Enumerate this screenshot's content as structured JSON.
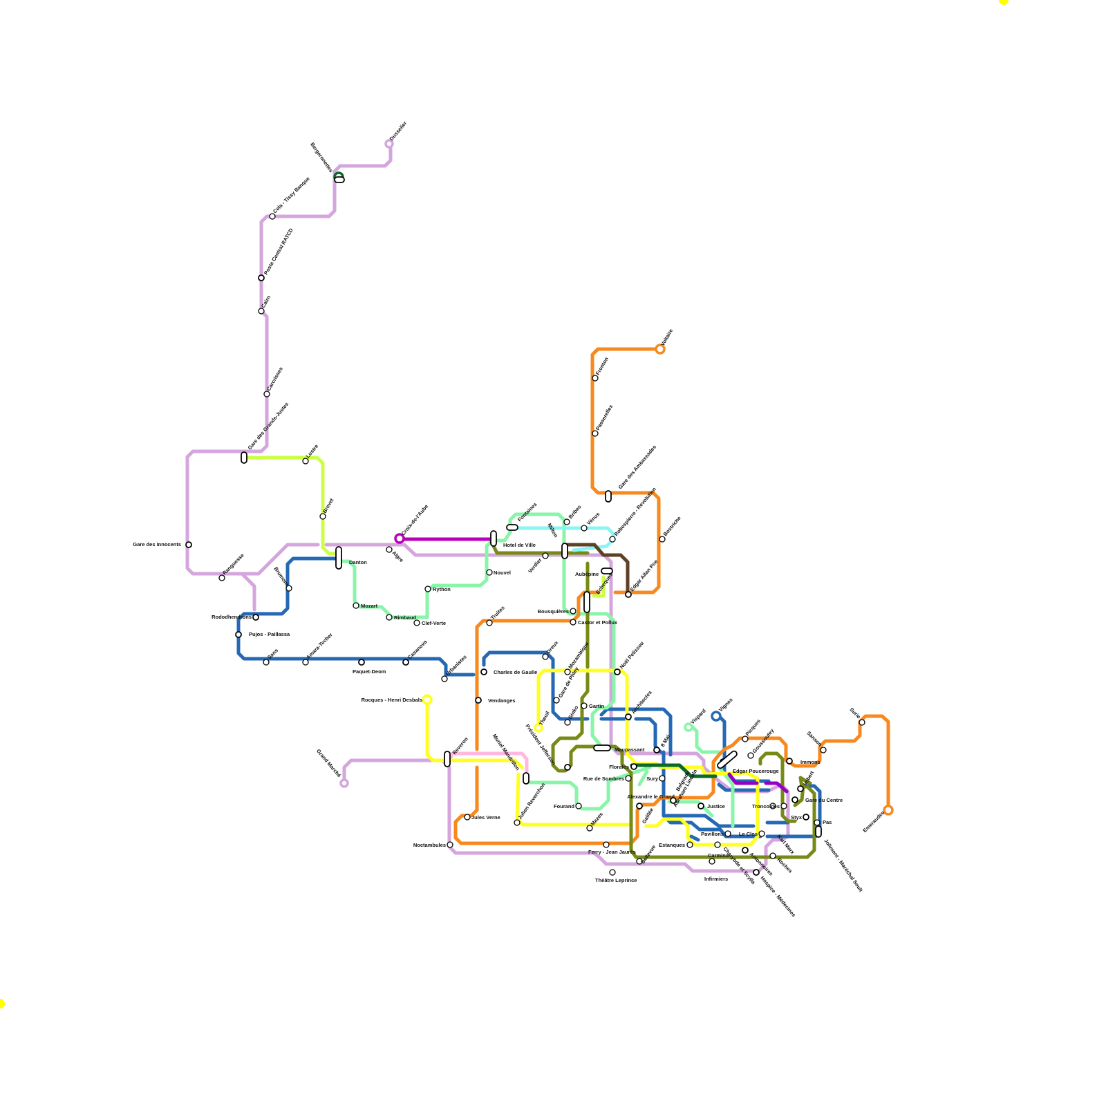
{
  "map_labels": {
    "gare_innocents": "Gare des Innocents",
    "ranguesse": "Ranguesse",
    "gare_grands_justes": "Gare des Grands-Justes",
    "lustre": "Lustre",
    "carcrisses": "Carcrisses",
    "cairn": "Cairn",
    "poste_central": "Poste Central RATCD",
    "cela_tissy": "Cela - Tissy Banque",
    "bergeronettes": "Bergeronettes",
    "dusselier": "Dusselier",
    "brevet": "Brevet",
    "danton": "Danton",
    "algre": "Algre",
    "croix_aube": "Croix-de-l'Aube",
    "brumont": "Brumont",
    "rododhendrons": "Rododhendrons",
    "pujos": "Pujos - Paillassa",
    "sans": "Sans",
    "amara": "Amara-Techer",
    "paquet": "Paquet-Deom",
    "casanova": "Casanova",
    "urbanistes": "Urbanistes",
    "mozart": "Mozart",
    "rimbaud": "Rimbaud",
    "clef_verte": "Clef-Verte",
    "rython": "Rython",
    "nouvel": "Nouvel",
    "hotel_ville": "Hotel de Ville",
    "fontaines": "Fontaines",
    "bribes": "Bribes",
    "venus": "Vénus",
    "robespierre": "Robespierre - Revolution",
    "verdier": "Verdier",
    "milton": "Milton",
    "aubepine": "Aubépine",
    "echeques": "Echeques",
    "edgar_allan_poe": "Edgar Allan Poe",
    "bostriche": "Bostriche",
    "gare_ambassades": "Gare des Ambassades",
    "passerelles": "Passerelles",
    "fronton": "Fronton",
    "voltaire": "Voltaire",
    "bousquieres": "Bousquières",
    "castor": "Castor et Pollux",
    "truites": "Truites",
    "dreux": "Dreux",
    "charles_gaulle": "Charles de Gaulle",
    "mozambique": "Mozambique",
    "gare_phley": "Gare de Phley",
    "noel": "Noël Pelissou",
    "vendanges": "Vendanges",
    "rocques": "Rocques - Henri Desbals",
    "theuil": "Theuil",
    "ginko": "Ginko",
    "gartin": "Gartin",
    "architectes": "Architectes",
    "president_jefferson": "Président Jefferson",
    "maupassant": "Maupassant",
    "mai8": "8 Mai",
    "vignes": "Vignes",
    "vispard": "Vispard",
    "picques": "Picques",
    "goussoutey": "Goussoutey",
    "sanson": "Sanson",
    "surie": "Surie",
    "immons": "Immons",
    "emeraudes": "Emeraudes",
    "grand_marche": "Grand Marché",
    "reveron": "Reveron",
    "muriel": "Muriel Mandrillon",
    "julien_reverchon": "Julien Reverchon",
    "fourand": "Fourand",
    "mazes": "Mazes",
    "florales": "Florales",
    "rue_sombres": "Rue de Sombres",
    "sury": "Sury",
    "alexandre": "Alexandre le Grand",
    "belgrade": "Belgrade",
    "abraham": "Abraham Lincoln",
    "justice": "Justice",
    "edgar_poucerouge": "Edgar Poucerouge",
    "imbert": "Imbert",
    "gare_centre": "Gare du Centre",
    "troncoides": "Troncoides",
    "styx": "Styx",
    "pas": "Pas",
    "jules_verne": "Jules Verne",
    "noctambules": "Noctambules",
    "galilee": "Galilée",
    "estanques": "Estanques",
    "pavillons": "Pavillons",
    "le_clos": "Le Clos",
    "karl_marx": "Karl Marx",
    "jolimont": "Jolimont - Maréchal Soult",
    "ferry": "Ferry - Jean Jaurès",
    "bellevue": "Bellevue",
    "carmina": "Carmina",
    "charybde": "Charybde et Scylla",
    "antonnoires": "Antonnoires",
    "roches": "Roches",
    "infirmiers": "Infirmiers",
    "hospice": "Hospice - Médecines",
    "theatre": "Théâtre Leprince"
  },
  "line_colors": {
    "lilac": "#d4a6dd",
    "blue": "#2568b4",
    "lime": "#ccff44",
    "mint": "#88f5a8",
    "orange": "#f7891e",
    "yellow": "#ffff22",
    "olive": "#778a16",
    "magenta": "#bb00bb",
    "cyan": "#8af5f5",
    "brown": "#5e4226",
    "darkgreen": "#0b6a2a",
    "purple": "#9400c8",
    "pink": "#ffb8e0"
  }
}
